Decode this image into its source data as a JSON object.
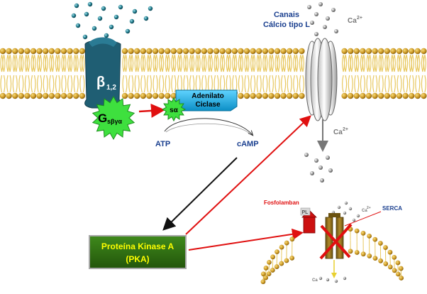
{
  "membrane": {
    "ca_channel_label_line1": "Canais",
    "ca_channel_label_line2": "Cálcio tipo L",
    "ca_top_label": "Ca",
    "ca_top_sup": "2+",
    "ca_down_label": "Ca",
    "ca_down_sup": "2+"
  },
  "receptor": {
    "beta_symbol": "β",
    "beta_sub": "1,2"
  },
  "g_protein": {
    "g_letter": "G",
    "g_sub": "sβγα",
    "s_alpha": "sα"
  },
  "adenylate": {
    "line1": "Adenilato",
    "line2": "Ciclase"
  },
  "reaction": {
    "atp": "ATP",
    "camp": "cAMP"
  },
  "pka": {
    "line1": "Proteína Kinase A",
    "line2": "(PKA)"
  },
  "reticulum": {
    "fosfolamban": "Fosfolamban",
    "serca": "SERCA",
    "pl": "PL",
    "ca_label": "Ca",
    "ca_sup": "2+",
    "ca_bottom": "Ca"
  },
  "colors": {
    "lipid_head": "#d4a52a",
    "lipid_tail": "#e8c860",
    "receptor": "#1f5e73",
    "g_protein": "#3ee03e",
    "adenylate": "#1ab2e8",
    "pka_fill": "#2e6b12",
    "pka_text": "#ffff00",
    "arrow_red": "#e01010",
    "ion_teal": "#1e7b8c",
    "ion_gray": "#9a9a9a"
  }
}
